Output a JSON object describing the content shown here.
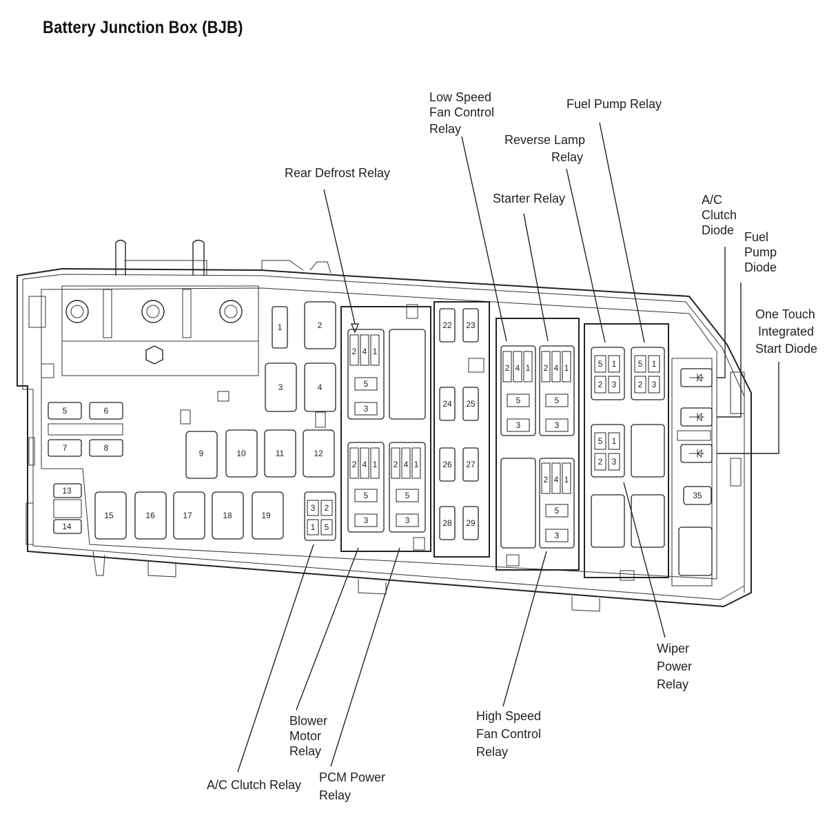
{
  "title": "Battery Junction Box (BJB)",
  "callouts": {
    "low_speed_fan": [
      "Low Speed",
      "Fan Control",
      "Relay"
    ],
    "fuel_pump_relay": [
      "Fuel Pump Relay"
    ],
    "reverse_lamp": [
      "Reverse Lamp",
      "Relay"
    ],
    "rear_defrost": [
      "Rear Defrost Relay"
    ],
    "starter": [
      "Starter Relay"
    ],
    "ac_clutch_diode": [
      "A/C",
      "Clutch",
      "Diode"
    ],
    "fuel_pump_diode": [
      "Fuel",
      "Pump",
      "Diode"
    ],
    "one_touch": [
      "One Touch",
      "Integrated",
      "Start Diode"
    ],
    "wiper": [
      "Wiper",
      "Power",
      "Relay"
    ],
    "high_speed_fan": [
      "High Speed",
      "Fan Control",
      "Relay"
    ],
    "blower": [
      "Blower",
      "Motor",
      "Relay"
    ],
    "ac_clutch_relay": [
      "A/C Clutch Relay"
    ],
    "pcm": [
      "PCM Power",
      "Relay"
    ]
  },
  "fuses": {
    "f1": "1",
    "f2": "2",
    "f3": "3",
    "f4": "4",
    "f5": "5",
    "f6": "6",
    "f7": "7",
    "f8": "8",
    "f9": "9",
    "f10": "10",
    "f11": "11",
    "f12": "12",
    "f13": "13",
    "f14": "14",
    "f15": "15",
    "f16": "16",
    "f17": "17",
    "f18": "18",
    "f19": "19",
    "f22": "22",
    "f23": "23",
    "f24": "24",
    "f25": "25",
    "f26": "26",
    "f27": "27",
    "f28": "28",
    "f29": "29",
    "f35": "35"
  },
  "pin_labels": {
    "p1": "1",
    "p2": "2",
    "p3": "3",
    "p4": "4",
    "p5": "5"
  }
}
